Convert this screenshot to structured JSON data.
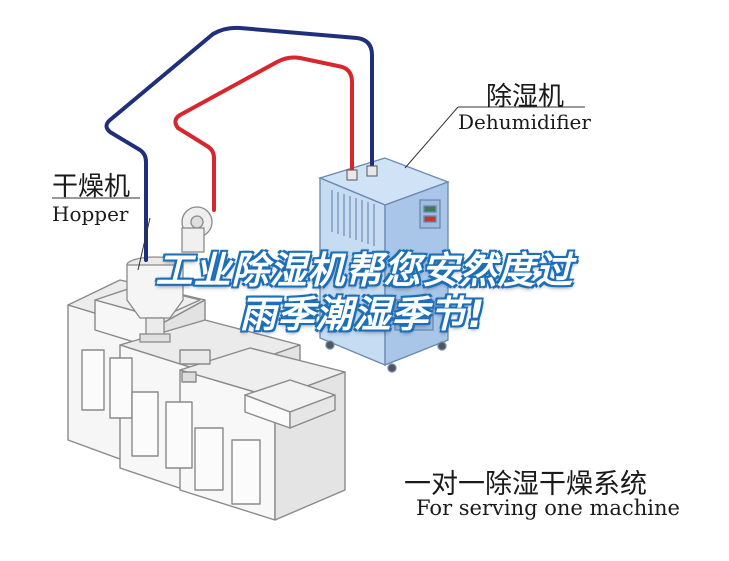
{
  "labels": {
    "dehumidifier_cn": "除湿机",
    "dehumidifier_en": "Dehumidifier",
    "hopper_cn": "干燥机",
    "hopper_en": "Hopper",
    "system_cn": "一对一除湿干燥系统",
    "system_en": "For serving one machine"
  },
  "headline": {
    "line1": "工业除湿机帮您安然度过",
    "line2": "雨季潮湿季节!"
  },
  "colors": {
    "pipe_blue": "#1f2f7a",
    "pipe_red": "#d8262e",
    "dehumidifier_body": "#bcd6f2",
    "headline_outline": "#1d6fb8",
    "machine_fill": "#f4f4f4",
    "machine_stroke": "#8a8a8a"
  }
}
